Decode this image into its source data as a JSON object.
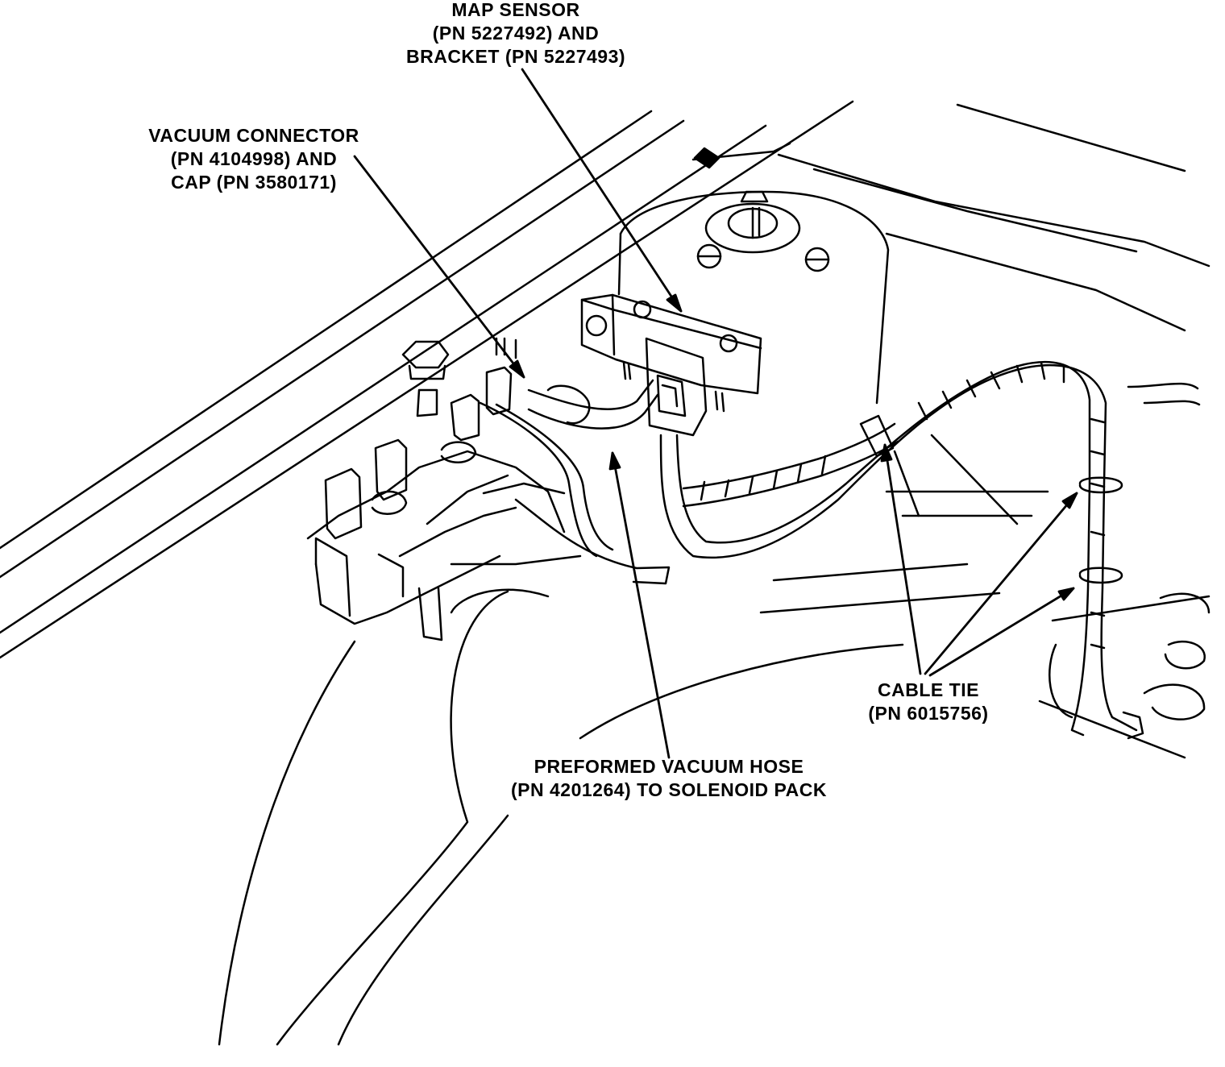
{
  "labels": {
    "map_sensor": {
      "line1": "MAP SENSOR",
      "line2": "(PN 5227492) AND",
      "line3": "BRACKET (PN 5227493)"
    },
    "vacuum_connector": {
      "line1": "VACUUM CONNECTOR",
      "line2": "(PN 4104998) AND",
      "line3": "CAP (PN 3580171)"
    },
    "cable_tie": {
      "line1": "CABLE TIE",
      "line2": "(PN 6015756)"
    },
    "vacuum_hose": {
      "line1": "PREFORMED VACUUM HOSE",
      "line2": "(PN 4201264) TO SOLENOID PACK"
    }
  },
  "colors": {
    "ink": "#000000",
    "paper": "#ffffff"
  }
}
